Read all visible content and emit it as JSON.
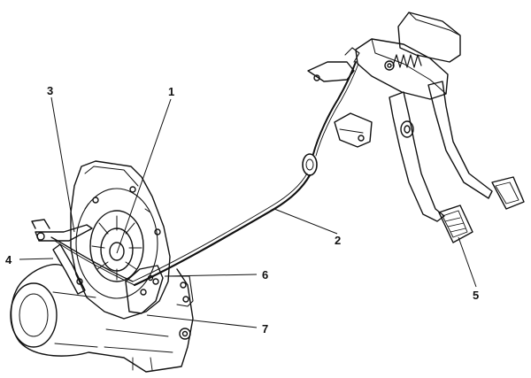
{
  "diagram": {
    "callouts": [
      {
        "id": "c1",
        "label": "1"
      },
      {
        "id": "c2",
        "label": "2"
      },
      {
        "id": "c3",
        "label": "3"
      },
      {
        "id": "c4",
        "label": "4"
      },
      {
        "id": "c5",
        "label": "5"
      },
      {
        "id": "c6",
        "label": "6"
      },
      {
        "id": "c7",
        "label": "7"
      }
    ]
  },
  "colors": {
    "ink": "#111111",
    "background": "#ffffff"
  }
}
